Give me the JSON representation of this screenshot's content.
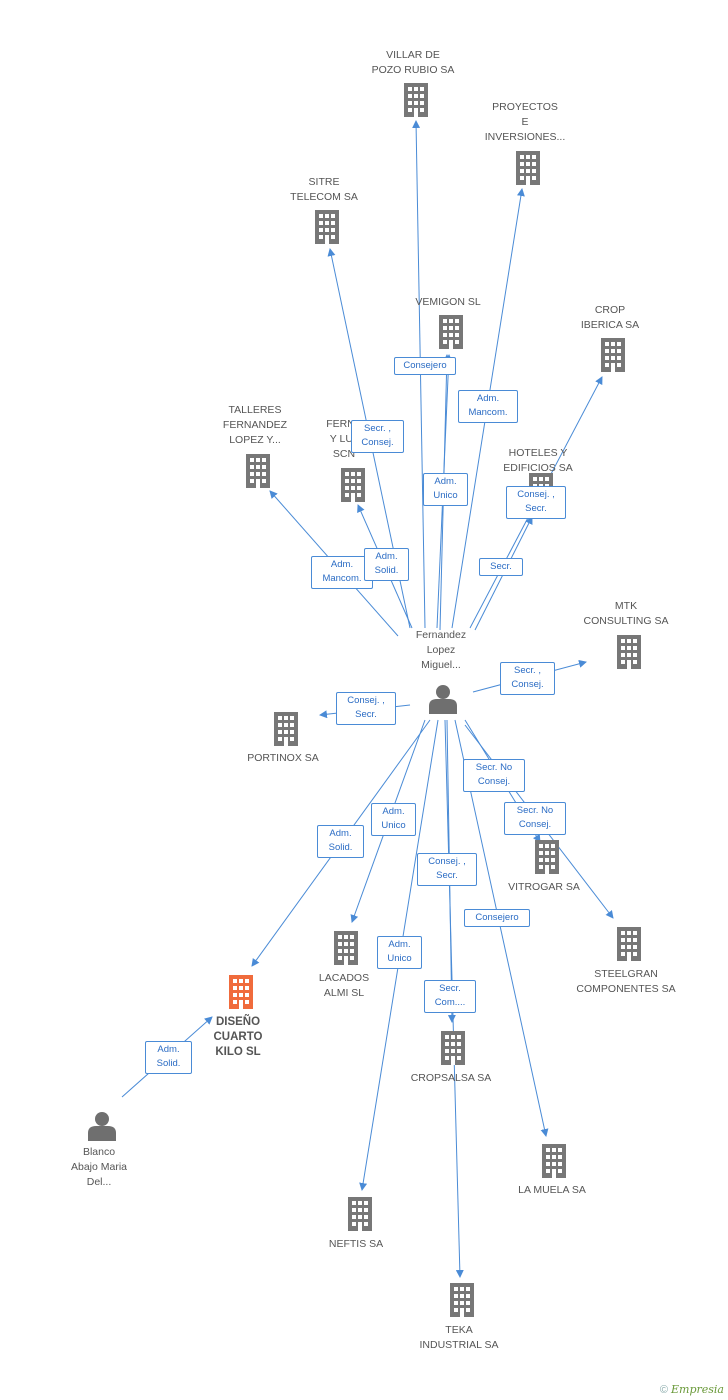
{
  "colors": {
    "edge": "#4a8bd6",
    "building": "#777777",
    "focus_building": "#f06b3c",
    "person": "#6f6f6f"
  },
  "nodes": [
    {
      "id": "villar",
      "label": "VILLAR DE\nPOZO RUBIO SA",
      "icon": "building-icon"
    },
    {
      "id": "proyectos",
      "label": "PROYECTOS\nE\nINVERSIONES...",
      "icon": "building-icon"
    },
    {
      "id": "sitre",
      "label": "SITRE\nTELECOM SA",
      "icon": "building-icon"
    },
    {
      "id": "vemigon",
      "label": "VEMIGON  SL",
      "icon": "building-icon"
    },
    {
      "id": "crop",
      "label": "CROP\nIBERICA SA",
      "icon": "building-icon"
    },
    {
      "id": "talleres",
      "label": "TALLERES\nFERNANDEZ\nLOPEZ Y...",
      "icon": "building-icon"
    },
    {
      "id": "fernandez_luj",
      "label": "FERNA\nY LUJ\nSCN",
      "icon": "building-icon"
    },
    {
      "id": "hoteles",
      "label": "HOTELES Y\nEDIFICIOS SA",
      "icon": "building-icon"
    },
    {
      "id": "mtk",
      "label": "MTK\nCONSULTING SA",
      "icon": "building-icon"
    },
    {
      "id": "person_main",
      "label": "Fernandez\nLopez\nMiguel...",
      "icon": "person-icon"
    },
    {
      "id": "portinox",
      "label": "PORTINOX SA",
      "icon": "building-icon"
    },
    {
      "id": "vitrogar",
      "label": "VITROGAR SA",
      "icon": "building-icon"
    },
    {
      "id": "steelgran",
      "label": "STEELGRAN\nCOMPONENTES SA",
      "icon": "building-icon"
    },
    {
      "id": "lacados",
      "label": "LACADOS\nALMI SL",
      "icon": "building-icon"
    },
    {
      "id": "diseno",
      "label": "DISEÑO\nCUARTO\nKILO SL",
      "icon": "building-icon",
      "focus": true
    },
    {
      "id": "cropsalsa",
      "label": "CROPSALSA SA",
      "icon": "building-icon"
    },
    {
      "id": "lamuela",
      "label": "LA MUELA SA",
      "icon": "building-icon"
    },
    {
      "id": "blanco",
      "label": "Blanco\nAbajo Maria\nDel...",
      "icon": "person-icon"
    },
    {
      "id": "neftis",
      "label": "NEFTIS SA",
      "icon": "building-icon"
    },
    {
      "id": "teka",
      "label": "TEKA\nINDUSTRIAL SA",
      "icon": "building-icon"
    }
  ],
  "edges": [
    {
      "from": "person_main",
      "to": "villar",
      "label": ""
    },
    {
      "from": "person_main",
      "to": "proyectos",
      "label": "Adm.\nMancom."
    },
    {
      "from": "person_main",
      "to": "sitre",
      "label": "Secr. ,\nConsej."
    },
    {
      "from": "person_main",
      "to": "vemigon",
      "label": "Consejero"
    },
    {
      "from": "person_main",
      "to": "crop",
      "label": "Secr."
    },
    {
      "from": "person_main",
      "to": "talleres",
      "label": "Adm.\nMancom."
    },
    {
      "from": "person_main",
      "to": "fernandez_luj",
      "label": "Adm.\nSolid."
    },
    {
      "from": "person_main",
      "to": "hoteles",
      "label": "Consej. ,\nSecr."
    },
    {
      "from": "person_main",
      "to": "vemigon",
      "label": "Adm.\nUnico"
    },
    {
      "from": "person_main",
      "to": "mtk",
      "label": "Secr. ,\nConsej."
    },
    {
      "from": "person_main",
      "to": "portinox",
      "label": "Consej. ,\nSecr."
    },
    {
      "from": "person_main",
      "to": "vitrogar",
      "label": "Secr.  No\nConsej."
    },
    {
      "from": "person_main",
      "to": "steelgran",
      "label": "Secr.  No\nConsej."
    },
    {
      "from": "person_main",
      "to": "lacados",
      "label": "Adm.\nUnico"
    },
    {
      "from": "person_main",
      "to": "diseno",
      "label": "Adm.\nSolid."
    },
    {
      "from": "person_main",
      "to": "cropsalsa",
      "label": "Consej. ,\nSecr."
    },
    {
      "from": "person_main",
      "to": "lamuela",
      "label": "Consejero"
    },
    {
      "from": "person_main",
      "to": "neftis",
      "label": "Adm.\nUnico"
    },
    {
      "from": "person_main",
      "to": "teka",
      "label": "Secr.\nCom...."
    },
    {
      "from": "blanco",
      "to": "diseno",
      "label": "Adm.\nSolid."
    }
  ],
  "footer": {
    "copyright": "©",
    "brand": "Empresia"
  }
}
